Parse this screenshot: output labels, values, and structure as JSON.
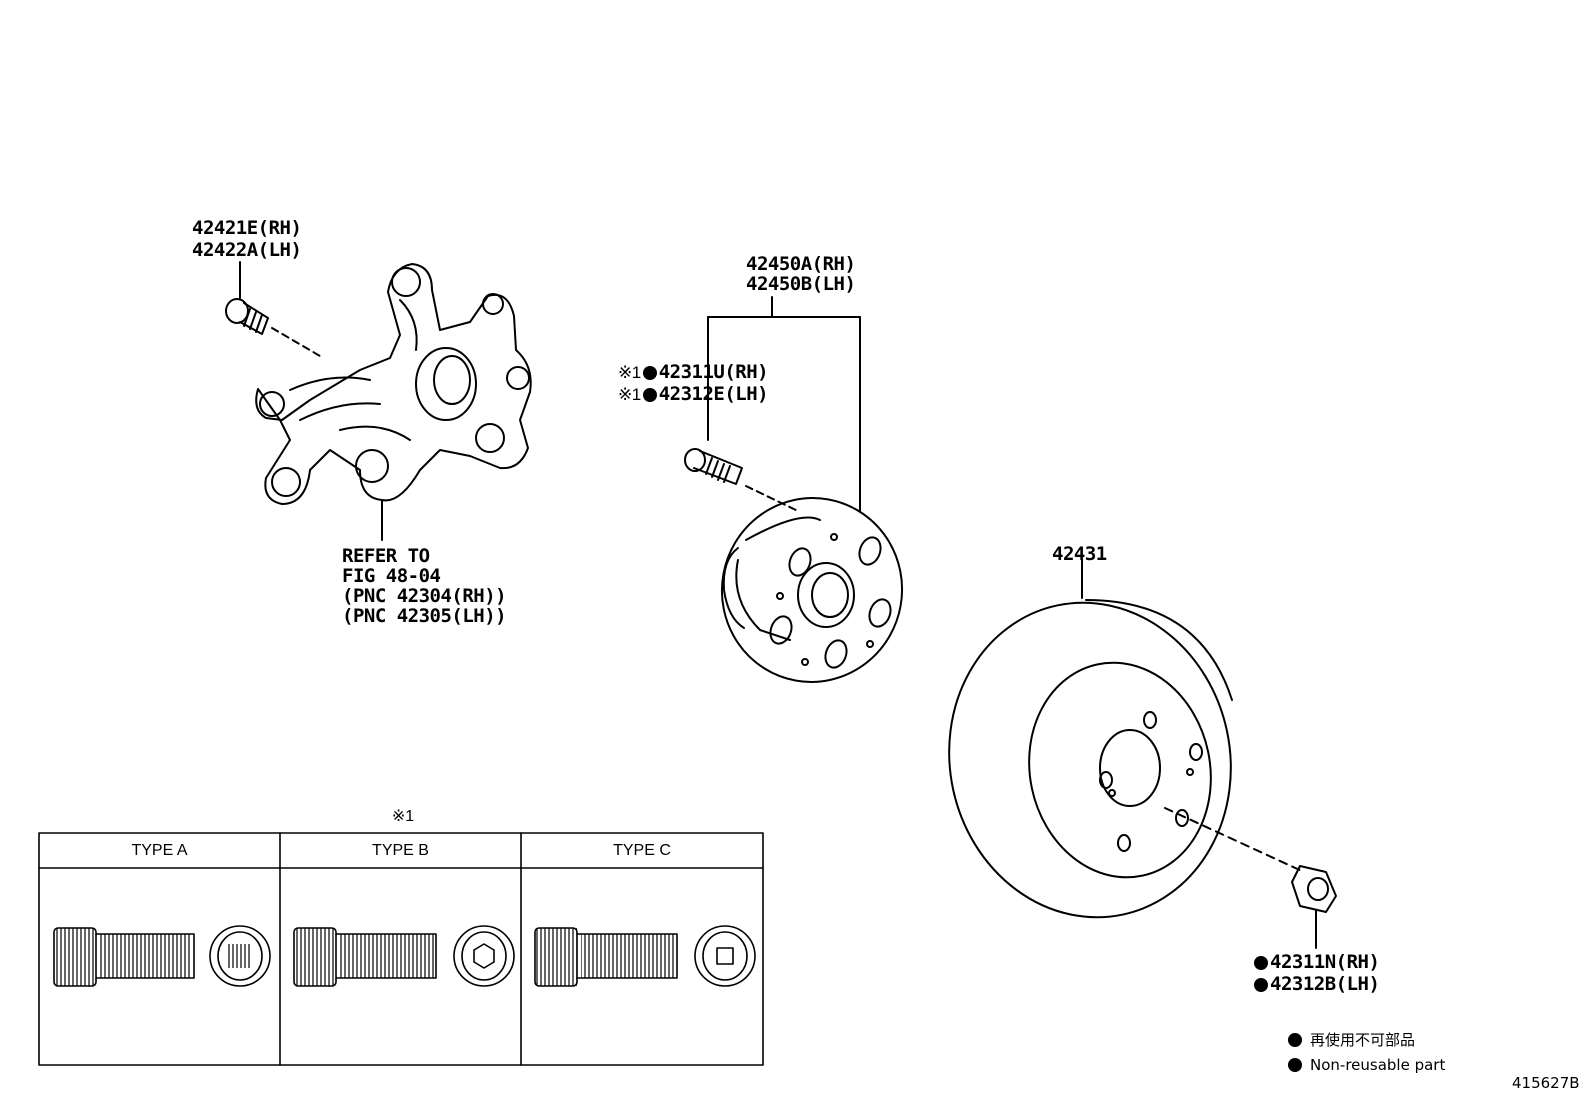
{
  "callouts": {
    "bolt_rh": "42421E(RH)",
    "bolt_lh": "42422A(LH)",
    "knuckle_ref": [
      "REFER TO",
      "FIG 48-04",
      "(PNC 42304(RH))",
      "(PNC 42305(LH))"
    ],
    "hub_rh": "42450A(RH)",
    "hub_lh": "42450B(LH)",
    "stud_rh": "42311U(RH)",
    "stud_lh": "42312E(LH)",
    "stud_mark": "※1",
    "disc": "42431",
    "nut_rh": "42311N(RH)",
    "nut_lh": "42312B(LH)"
  },
  "type_table": {
    "note_mark": "※1",
    "columns": [
      "TYPE A",
      "TYPE B",
      "TYPE C"
    ]
  },
  "legend": {
    "jp": "再使用不可部品",
    "en": "Non-reusable part"
  },
  "illustration_id": "415627B"
}
